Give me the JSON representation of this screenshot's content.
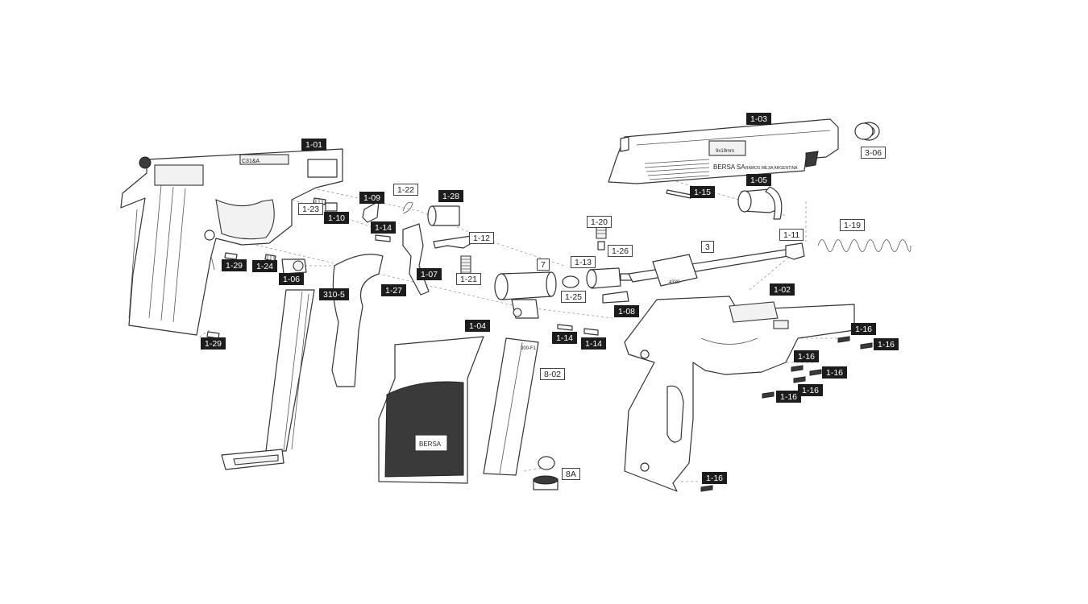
{
  "engravings": {
    "slide_caliber": "9x19mm",
    "slide_maker": "BERSA SA",
    "slide_origin": "RAMOS MEJIA ARGENTINA",
    "grip_logo": "BERSA",
    "frame_stamp_top": "C31&A",
    "magazine_stamp": "300-F1",
    "barrel_stamp": "4330"
  },
  "callouts": [
    {
      "id": "1-01",
      "style": "filled"
    },
    {
      "id": "1-03",
      "style": "filled"
    },
    {
      "id": "3-06",
      "style": "outlined"
    },
    {
      "id": "1-05",
      "style": "filled"
    },
    {
      "id": "1-15",
      "style": "filled"
    },
    {
      "id": "1-22",
      "style": "outlined"
    },
    {
      "id": "1-28",
      "style": "filled"
    },
    {
      "id": "1-09",
      "style": "filled"
    },
    {
      "id": "1-23",
      "style": "outlined"
    },
    {
      "id": "1-10",
      "style": "filled"
    },
    {
      "id": "1-14",
      "style": "filled"
    },
    {
      "id": "1-12",
      "style": "outlined"
    },
    {
      "id": "1-20",
      "style": "outlined"
    },
    {
      "id": "1-26",
      "style": "outlined"
    },
    {
      "id": "1-19",
      "style": "outlined"
    },
    {
      "id": "1-11",
      "style": "outlined"
    },
    {
      "id": "3",
      "style": "outlined"
    },
    {
      "id": "1-29",
      "style": "filled"
    },
    {
      "id": "1-24",
      "style": "filled"
    },
    {
      "id": "1-06",
      "style": "filled"
    },
    {
      "id": "7",
      "style": "outlined"
    },
    {
      "id": "1-13",
      "style": "outlined"
    },
    {
      "id": "1-21",
      "style": "outlined"
    },
    {
      "id": "1-07",
      "style": "filled"
    },
    {
      "id": "1-27",
      "style": "filled"
    },
    {
      "id": "310-5",
      "style": "filled"
    },
    {
      "id": "1-25",
      "style": "outlined"
    },
    {
      "id": "1-08",
      "style": "filled"
    },
    {
      "id": "1-02",
      "style": "filled"
    },
    {
      "id": "1-04",
      "style": "filled"
    },
    {
      "id": "1-14",
      "style": "filled"
    },
    {
      "id": "1-14",
      "style": "filled"
    },
    {
      "id": "1-16",
      "style": "filled"
    },
    {
      "id": "1-16",
      "style": "filled"
    },
    {
      "id": "1-16",
      "style": "filled"
    },
    {
      "id": "1-16",
      "style": "filled"
    },
    {
      "id": "1-16",
      "style": "filled"
    },
    {
      "id": "1-16",
      "style": "filled"
    },
    {
      "id": "1-29",
      "style": "filled"
    },
    {
      "id": "8-02",
      "style": "outlined"
    },
    {
      "id": "8A",
      "style": "outlined"
    },
    {
      "id": "1-16",
      "style": "filled"
    }
  ]
}
